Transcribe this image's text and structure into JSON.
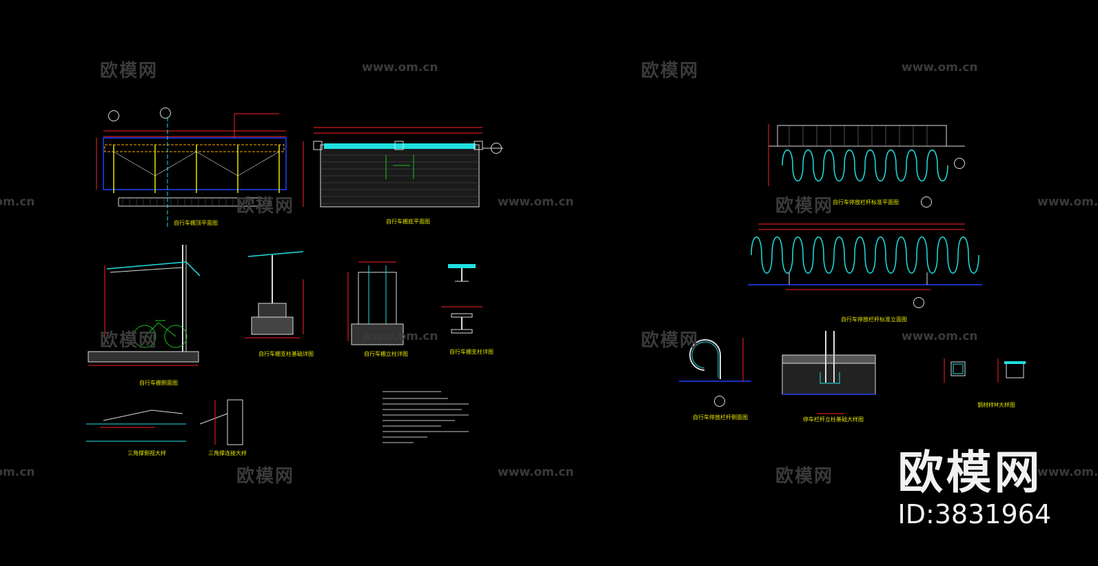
{
  "brand": {
    "name": "欧模网",
    "id_label": "ID:3831964"
  },
  "watermark": {
    "cn_text": "欧模网",
    "url_text": "www.om.cn"
  },
  "sheet1": {
    "captions": {
      "a": "自行车棚顶平面图",
      "b": "自行车棚底平面图",
      "c": "自行车棚侧面图",
      "d": "自行车棚支柱基础详图",
      "e": "自行车棚立柱详图",
      "f": "自行车棚支柱详图",
      "g": "三角撑侧视大样",
      "h": "三角撑连接大样"
    }
  },
  "sheet2": {
    "captions": {
      "a": "自行车停放栏杆标准平面图",
      "b": "自行车停放栏杆标准立面图",
      "c": "自行车停放栏杆侧面图",
      "d": "停车栏杆立柱基础大样图",
      "e": "钢材样M大样图"
    }
  },
  "colors": {
    "background": "#000000",
    "red": "#ff2020",
    "cyan": "#20e0e0",
    "yellow": "#e6e600",
    "blue": "#2040ff",
    "white": "#e8e8e8"
  }
}
